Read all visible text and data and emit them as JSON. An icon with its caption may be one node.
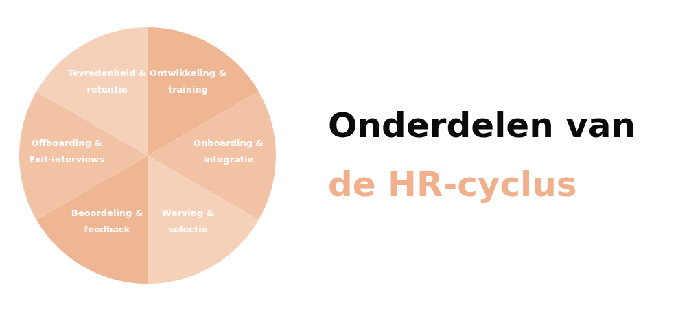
{
  "diagram": {
    "title": "Onderdelen van de HR-cyclus",
    "nodes": [
      {
        "text": [
          "Ontwikkeling & training"
        ]
      },
      {
        "text": [
          "Onboarding & integratie"
        ]
      },
      {
        "text": [
          "Werving & selectie"
        ]
      },
      {
        "text": [
          "Beoordeling & feedback"
        ]
      },
      {
        "text": [
          "Offboarding & Exit-interviews"
        ]
      },
      {
        "text": [
          "Tevredenheid & retentie"
        ]
      }
    ]
  }
}
